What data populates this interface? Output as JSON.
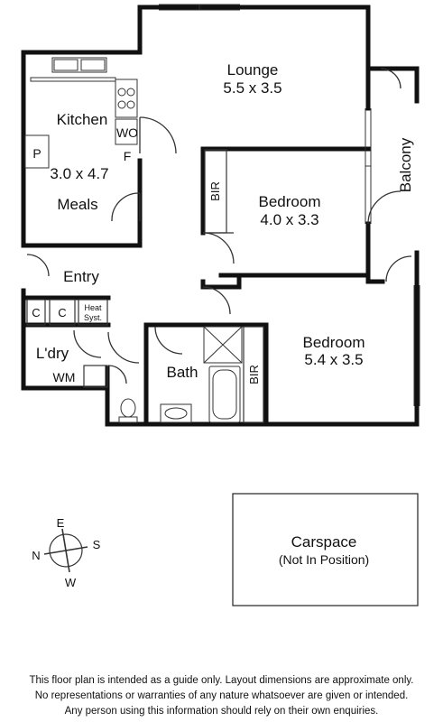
{
  "rooms": {
    "lounge": {
      "name": "Lounge",
      "dims": "5.5 x 3.5"
    },
    "kitchen": {
      "name": "Kitchen",
      "dims": "3.0 x 4.7"
    },
    "meals": {
      "name": "Meals"
    },
    "bedroom1": {
      "name": "Bedroom",
      "dims": "4.0 x 3.3"
    },
    "bedroom2": {
      "name": "Bedroom",
      "dims": "5.4 x 3.5"
    },
    "balcony": {
      "name": "Balcony"
    },
    "entry": {
      "name": "Entry"
    },
    "laundry": {
      "name": "L'dry"
    },
    "bath": {
      "name": "Bath"
    }
  },
  "fixtures": {
    "pantry": "P",
    "fridge": "F",
    "wall_oven": "WO",
    "bir1": "BIR",
    "bir2": "BIR",
    "cupboard1": "C",
    "cupboard2": "C",
    "heating_line1": "Heat",
    "heating_line2": "Syst.",
    "washing_machine": "WM"
  },
  "carspace": {
    "line1": "Carspace",
    "line2": "(Not In Position)"
  },
  "compass": {
    "north": "N",
    "east": "E",
    "south": "S",
    "west": "W"
  },
  "disclaimer": [
    "This floor plan is intended as a guide only. Layout dimensions are approximate only.",
    "No representations or warranties of any nature whatsoever are given or intended.",
    "Any person using this information should rely on their own enquiries."
  ],
  "colors": {
    "wall": "#111111",
    "line": "#333333",
    "background": "#ffffff"
  }
}
